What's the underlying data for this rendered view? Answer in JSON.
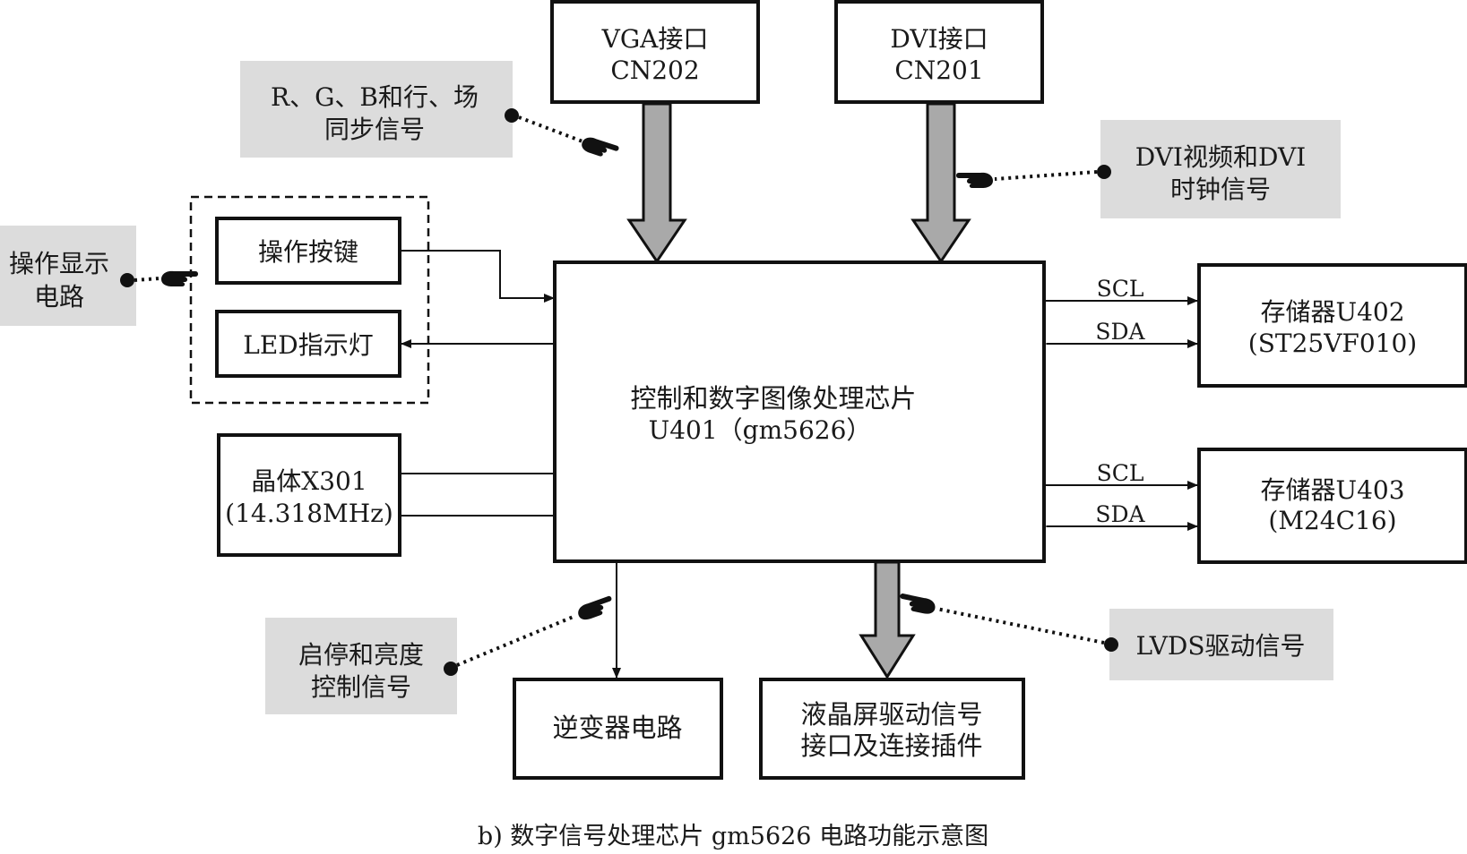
{
  "blocks": {
    "vga": {
      "line1": "VGA接口",
      "line2": "CN202"
    },
    "dvi": {
      "line1": "DVI接口",
      "line2": "CN201"
    },
    "chip": {
      "line1": "控制和数字图像处理芯片",
      "line2": "U401（gm5626）"
    },
    "keys": "操作按键",
    "led": "LED指示灯",
    "crystal": {
      "line1": "晶体X301",
      "line2": "(14.318MHz)"
    },
    "mem1": {
      "line1": "存储器U402",
      "line2": "(ST25VF010)"
    },
    "mem2": {
      "line1": "存储器U403",
      "line2": "(M24C16)"
    },
    "inverter": "逆变器电路",
    "lcd": {
      "line1": "液晶屏驱动信号",
      "line2": "接口及连接插件"
    }
  },
  "notes": {
    "rgb": {
      "line1": "R、G、B和行、场",
      "line2": "同步信号"
    },
    "dvi_sig": {
      "line1": "DVI视频和DVI",
      "line2": "时钟信号"
    },
    "op": {
      "line1": "操作显示",
      "line2": "电路"
    },
    "ctrl": {
      "line1": "启停和亮度",
      "line2": "控制信号"
    },
    "lvds": "LVDS驱动信号"
  },
  "signals": {
    "scl1": "SCL",
    "sda1": "SDA",
    "scl2": "SCL",
    "sda2": "SDA"
  },
  "caption": "b) 数字信号处理芯片 gm5626 电路功能示意图"
}
